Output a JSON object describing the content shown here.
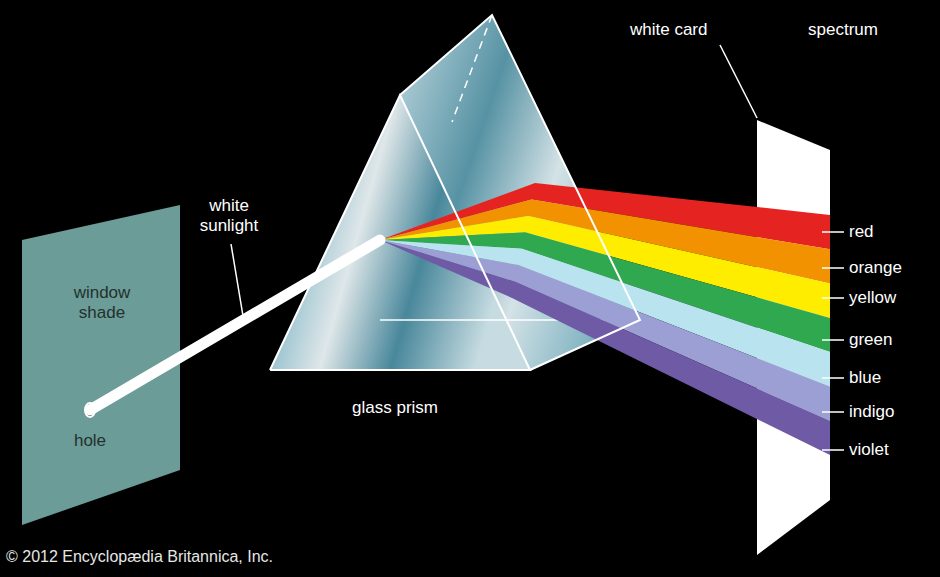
{
  "diagram": {
    "nodes": [
      {
        "text": [
          "window shade",
          "hole"
        ]
      }
    ],
    "labels": [
      "white sunlight",
      "glass prism",
      "white card",
      "spectrum",
      "red",
      "orange",
      "yellow",
      "green",
      "blue",
      "indigo",
      "violet",
      "© 2012 Encyclopædia Britannica, Inc."
    ]
  }
}
